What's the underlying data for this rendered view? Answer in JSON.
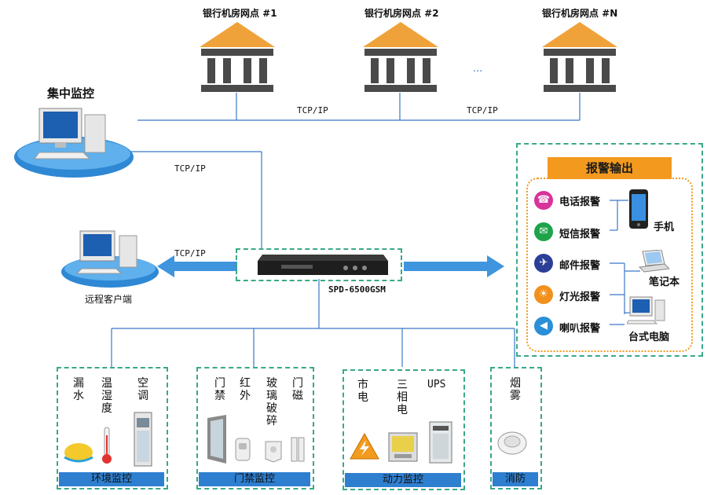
{
  "banks": [
    {
      "label": "银行机房网点 #1"
    },
    {
      "label": "银行机房网点 #2"
    },
    {
      "label": "银行机房网点 #N"
    }
  ],
  "bank_ellipsis": "···",
  "protocol_label": "TCP/IP",
  "central_monitor": {
    "label": "集中监控"
  },
  "remote_client": {
    "label": "远程客户端"
  },
  "device": {
    "model": "SPD-6500GSM"
  },
  "alarm_output": {
    "title": "报警输出",
    "items": [
      {
        "label": "电话报警",
        "icon": "phone-icon",
        "color": "#d8329b"
      },
      {
        "label": "短信报警",
        "icon": "sms-icon",
        "color": "#1fa34a"
      },
      {
        "label": "邮件报警",
        "icon": "mail-icon",
        "color": "#2c3f97"
      },
      {
        "label": "灯光报警",
        "icon": "light-icon",
        "color": "#f2901d"
      },
      {
        "label": "喇叭报警",
        "icon": "speaker-icon",
        "color": "#2a8fd8"
      }
    ],
    "targets": [
      {
        "label": "手机"
      },
      {
        "label": "笔记本"
      },
      {
        "label": "台式电脑"
      }
    ]
  },
  "groups": [
    {
      "title": "环境监控",
      "items": [
        {
          "label": "漏水"
        },
        {
          "label": "温湿度"
        },
        {
          "label": "空调"
        }
      ]
    },
    {
      "title": "门禁监控",
      "items": [
        {
          "label": "门禁"
        },
        {
          "label": "红外"
        },
        {
          "label": "玻璃破碎"
        },
        {
          "label": "门磁"
        }
      ]
    },
    {
      "title": "动力监控",
      "items": [
        {
          "label": "市电"
        },
        {
          "label": "三相电"
        },
        {
          "label": "UPS"
        }
      ]
    },
    {
      "title": "消防",
      "items": [
        {
          "label": "烟雾"
        }
      ]
    }
  ],
  "colors": {
    "bank_roof": "#f0a23a",
    "bank_body": "#4a4a4a",
    "line": "#3a78c8",
    "arrow": "#3f95de",
    "dash": "#3aa88a",
    "alarm_dash": "#f39a1e",
    "group_bar": "#2f7fd0"
  }
}
